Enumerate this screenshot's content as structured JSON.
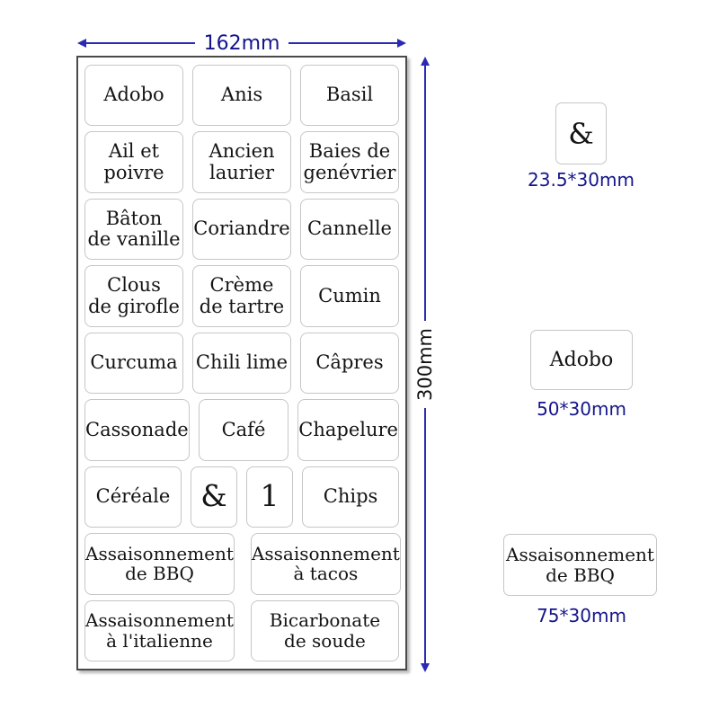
{
  "dimensions": {
    "width_label": "162mm",
    "height_label": "300mm"
  },
  "sheet": {
    "rows": [
      {
        "cells": [
          "Adobo",
          "Anis",
          "Basil"
        ]
      },
      {
        "cells": [
          "Ail et\npoivre",
          "Ancien\nlaurier",
          "Baies de\ngenévrier"
        ]
      },
      {
        "cells": [
          "Bâton\nde vanille",
          "Coriandre",
          "Cannelle"
        ]
      },
      {
        "cells": [
          "Clous\nde girofle",
          "Crème\nde tartre",
          "Cumin"
        ]
      },
      {
        "cells": [
          "Curcuma",
          "Chili lime",
          "Câpres"
        ]
      },
      {
        "cells": [
          "Cassonade",
          "Café",
          "Chapelure"
        ]
      },
      {
        "cells": [
          "Céréale",
          "&",
          "1",
          "Chips"
        ]
      },
      {
        "cells": [
          "Assaisonnement\nde BBQ",
          "Assaisonnement\nà tacos"
        ]
      },
      {
        "cells": [
          "Assaisonnement\nà l'italienne",
          "Bicarbonate\nde soude"
        ]
      }
    ]
  },
  "samples": [
    {
      "text": "&",
      "caption": "23.5*30mm"
    },
    {
      "text": "Adobo",
      "caption": "50*30mm"
    },
    {
      "text": "Assaisonnement\nde BBQ",
      "caption": "75*30mm"
    }
  ],
  "colors": {
    "dimension_text": "#15158c",
    "arrow": "#2a2ab5",
    "height_text": "#111111",
    "sheet_border": "#4a4a4a",
    "label_border": "#c6c6c6",
    "label_text": "#141414"
  }
}
